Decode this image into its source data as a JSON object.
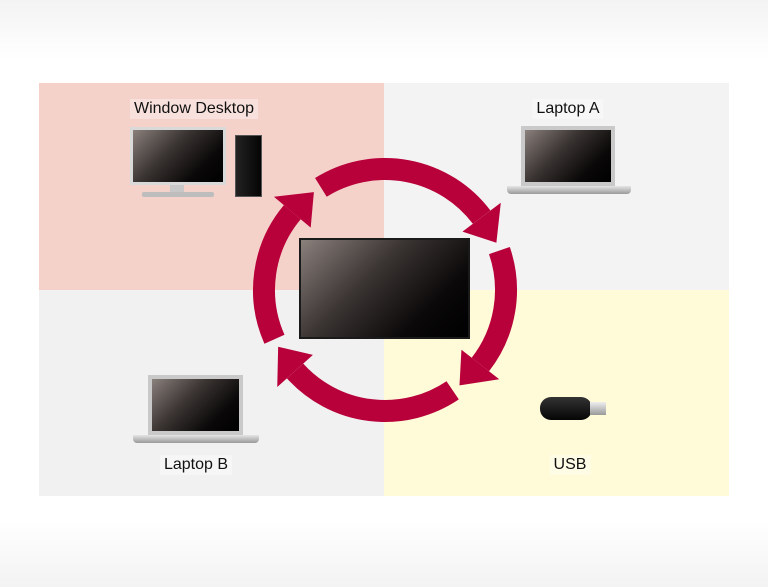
{
  "labels": {
    "top_left": "Window Desktop",
    "top_right": "Laptop A",
    "bottom_left": "Laptop B",
    "bottom_right": "USB"
  },
  "colors": {
    "arrows": "#b8003a",
    "top_left_bg": "#f5d2c9",
    "top_right_bg": "#f3f3f3",
    "bottom_left_bg": "#f1f1f1",
    "bottom_right_bg": "#fffbd8"
  },
  "icons": [
    "desktop-monitor-icon",
    "pc-tower-icon",
    "laptop-icon",
    "usb-drive-icon",
    "display-monitor-icon",
    "cycle-arrows-icon"
  ]
}
